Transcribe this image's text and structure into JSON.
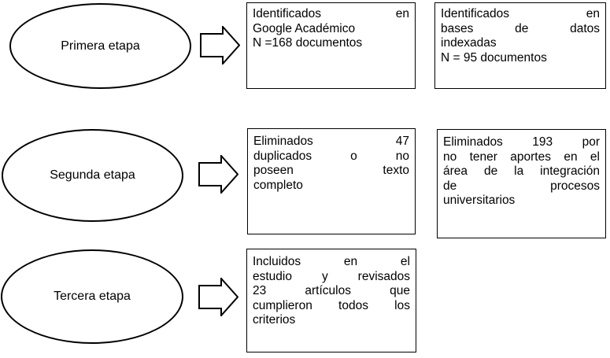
{
  "stages": [
    {
      "label": "Primera etapa"
    },
    {
      "label": "Segunda etapa"
    },
    {
      "label": "Tercera etapa"
    }
  ],
  "boxes": [
    {
      "lines": [
        "Identificados en",
        "Google Académico",
        "N =168 documentos"
      ]
    },
    {
      "lines": [
        "Identificados en",
        "bases de datos",
        "indexadas",
        "N = 95 documentos"
      ]
    },
    {
      "lines": [
        "Eliminados 47",
        "duplicados o no",
        "poseen texto",
        "completo"
      ]
    },
    {
      "lines": [
        "Eliminados 193 por",
        "no tener aportes en el",
        "área de la integración",
        "de procesos",
        "universitarios"
      ]
    },
    {
      "lines": [
        "Incluidos en el",
        "estudio y revisados",
        "23 artículos que",
        "cumplieron todos los",
        "criterios"
      ]
    }
  ],
  "colors": {
    "stroke": "#000000",
    "background": "#ffffff",
    "text": "#000000"
  }
}
